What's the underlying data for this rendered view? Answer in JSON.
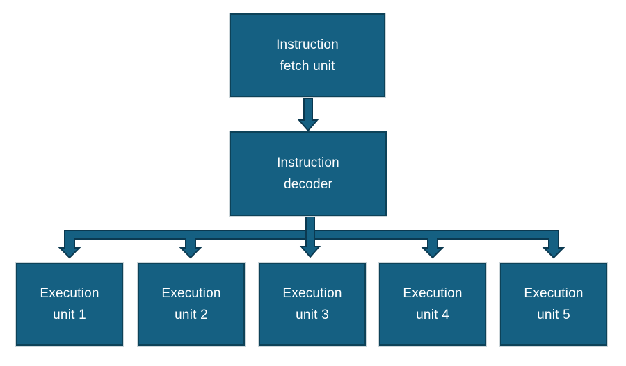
{
  "diagram": {
    "type": "flowchart",
    "nodes": [
      {
        "id": "instruction-fetch-unit",
        "label": "Instruction fetch unit",
        "line1": "Instruction",
        "line2": "fetch unit"
      },
      {
        "id": "instruction-decoder",
        "label": "Instruction decoder",
        "line1": "Instruction",
        "line2": "decoder"
      },
      {
        "id": "execution-unit-1",
        "label": "Execution unit 1",
        "line1": "Execution",
        "line2": "unit 1"
      },
      {
        "id": "execution-unit-2",
        "label": "Execution unit 2",
        "line1": "Execution",
        "line2": "unit 2"
      },
      {
        "id": "execution-unit-3",
        "label": "Execution unit 3",
        "line1": "Execution",
        "line2": "unit 3"
      },
      {
        "id": "execution-unit-4",
        "label": "Execution unit 4",
        "line1": "Execution",
        "line2": "unit 4"
      },
      {
        "id": "execution-unit-5",
        "label": "Execution unit 5",
        "line1": "Execution",
        "line2": "unit 5"
      }
    ],
    "edges": [
      {
        "from": "instruction-fetch-unit",
        "to": "instruction-decoder"
      },
      {
        "from": "instruction-decoder",
        "to": "execution-unit-1"
      },
      {
        "from": "instruction-decoder",
        "to": "execution-unit-2"
      },
      {
        "from": "instruction-decoder",
        "to": "execution-unit-3"
      },
      {
        "from": "instruction-decoder",
        "to": "execution-unit-4"
      },
      {
        "from": "instruction-decoder",
        "to": "execution-unit-5"
      }
    ],
    "colors": {
      "node_fill": "#156082",
      "node_border": "#0d4258",
      "arrow_fill": "#156082",
      "arrow_outline": "#0b3950",
      "text_color": "#ffffff",
      "background": "#ffffff"
    }
  }
}
